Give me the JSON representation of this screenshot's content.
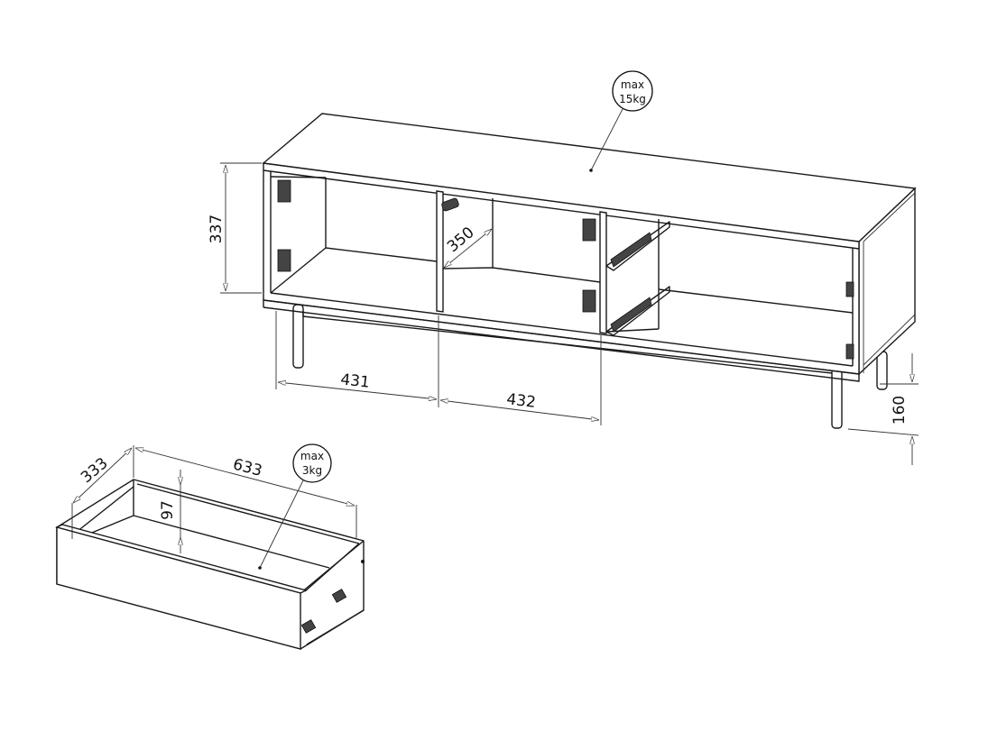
{
  "cabinet": {
    "dimensions": {
      "height": "337",
      "compartment_left_width": "431",
      "compartment_middle_width": "432",
      "depth": "350",
      "leg_height": "160"
    },
    "load_badge": {
      "line1": "max",
      "line2": "15kg"
    }
  },
  "drawer": {
    "dimensions": {
      "depth": "333",
      "width": "633",
      "height": "97"
    },
    "load_badge": {
      "line1": "max",
      "line2": "3kg"
    }
  }
}
